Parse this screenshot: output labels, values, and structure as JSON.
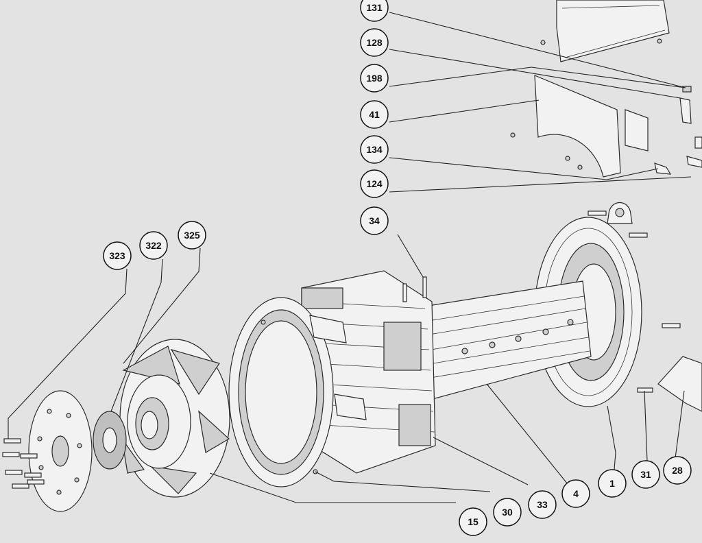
{
  "callouts": [
    {
      "id": "c131",
      "label": "131"
    },
    {
      "id": "c128",
      "label": "128"
    },
    {
      "id": "c198",
      "label": "198"
    },
    {
      "id": "c41",
      "label": "41"
    },
    {
      "id": "c134",
      "label": "134"
    },
    {
      "id": "c124",
      "label": "124"
    },
    {
      "id": "c34",
      "label": "34"
    },
    {
      "id": "c323",
      "label": "323"
    },
    {
      "id": "c322",
      "label": "322"
    },
    {
      "id": "c325",
      "label": "325"
    },
    {
      "id": "c15",
      "label": "15"
    },
    {
      "id": "c30",
      "label": "30"
    },
    {
      "id": "c33",
      "label": "33"
    },
    {
      "id": "c4",
      "label": "4"
    },
    {
      "id": "c1",
      "label": "1"
    },
    {
      "id": "c31",
      "label": "31"
    },
    {
      "id": "c28",
      "label": "28"
    }
  ]
}
